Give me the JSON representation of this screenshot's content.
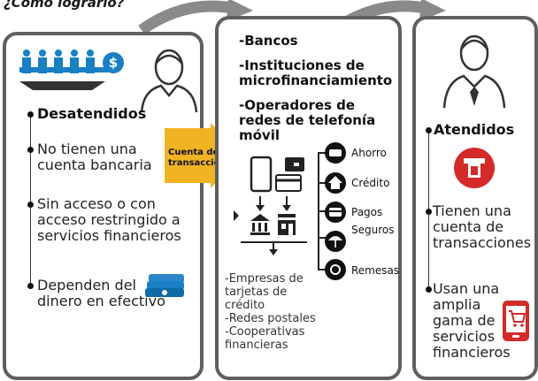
{
  "title": "¿Cómo lograrlo?",
  "left": {
    "heading": "Desatendidos",
    "items": [
      {
        "line1": "No tienen una",
        "line2": "cuenta bancaria"
      },
      {
        "line1": "Sin acceso o con",
        "line2": "acceso restringido a",
        "line3": "servicios financieros"
      },
      {
        "line1": "Dependen del",
        "line2": "dinero en efectivo"
      }
    ]
  },
  "arrow_label": {
    "line1": "Cuenta de",
    "line2": "transacciones"
  },
  "middle": {
    "providers": [
      {
        "line1": "-Bancos"
      },
      {
        "line1": "-Instituciones de",
        "line2": "microfinanciamiento"
      },
      {
        "line1": "-Operadores de",
        "line2": "redes de telefonía",
        "line3": "móvil"
      }
    ],
    "services": [
      "Ahorro",
      "Crédito",
      "Pagos",
      "Seguros",
      "Remesas"
    ],
    "others": [
      "-Empresas de",
      "tarjetas de",
      "crédito",
      "-Redes postales",
      "-Cooperativas",
      "financieras"
    ]
  },
  "right": {
    "heading": "Atendidos",
    "items": [
      {
        "line1": "Tienen una",
        "line2": "cuenta de",
        "line3": "transacciones"
      },
      {
        "line1": "Usan una",
        "line2": "amplia",
        "line3": "gama de",
        "line4": "servicios",
        "line5": "financieros"
      }
    ]
  },
  "colors": {
    "accent": "#f0b323",
    "blue": "#1a7fc4",
    "red": "#d42a2a",
    "border": "#5f5f5f"
  }
}
